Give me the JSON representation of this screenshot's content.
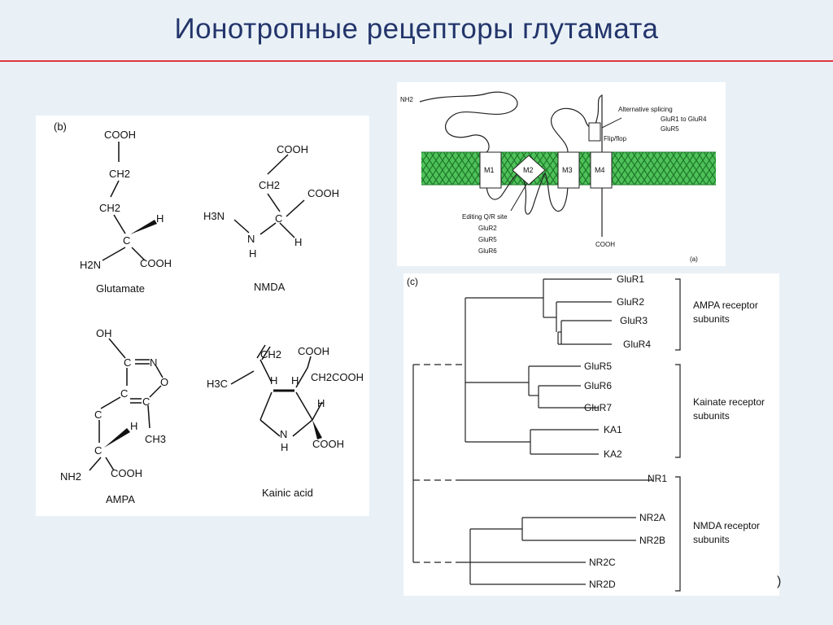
{
  "slide": {
    "title": "Ионотропные рецепторы глутамата",
    "stray_char": ")"
  },
  "panel_b": {
    "label": "(b)",
    "molecules": {
      "glutamate": {
        "name": "Glutamate",
        "atoms": [
          "COOH",
          "CH2",
          "CH2",
          "H",
          "C",
          "H2N",
          "COOH"
        ]
      },
      "nmda": {
        "name": "NMDA",
        "atoms": [
          "COOH",
          "CH2",
          "COOH",
          "H3N",
          "C",
          "N",
          "H",
          "H"
        ]
      },
      "ampa": {
        "name": "AMPA",
        "atoms": [
          "OH",
          "C",
          "N",
          "O",
          "C",
          "C",
          "C",
          "H",
          "C",
          "CH3",
          "NH2",
          "COOH"
        ]
      },
      "kainic": {
        "name": "Kainic acid",
        "atoms": [
          "CH2",
          "COOH",
          "H3C",
          "H",
          "H",
          "CH2COOH",
          "H",
          "N",
          "H",
          "COOH"
        ]
      }
    }
  },
  "panel_a": {
    "label": "(a)",
    "nterm": "NH2",
    "cterm": "COOH",
    "segments": [
      "M1",
      "M2",
      "M3",
      "M4"
    ],
    "splicing": [
      "Alternative splicing",
      "GluR1 to GluR4",
      "GluR5"
    ],
    "flipflop": "Flip/flop",
    "editing": [
      "Editing Q/R site",
      "GluR2",
      "GluR5",
      "GluR6"
    ],
    "colors": {
      "membrane": "#39b54a",
      "membrane_dark": "#1e7a2a"
    }
  },
  "panel_c": {
    "label": "(c)",
    "leaves": [
      "GluR1",
      "GluR2",
      "GluR3",
      "GluR4",
      "GluR5",
      "GluR6",
      "GluR7",
      "KA1",
      "KA2",
      "NR1",
      "NR2A",
      "NR2B",
      "NR2C",
      "NR2D"
    ],
    "groups": [
      [
        "AMPA receptor",
        "subunits"
      ],
      [
        "Kainate receptor",
        "subunits"
      ],
      [
        "NMDA receptor",
        "subunits"
      ]
    ]
  }
}
